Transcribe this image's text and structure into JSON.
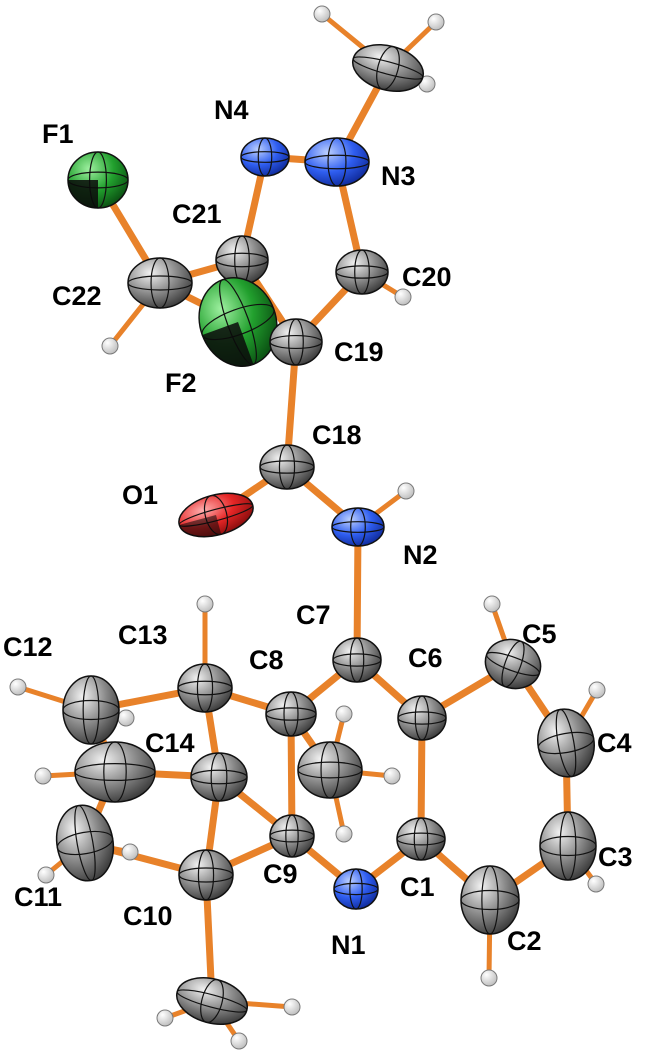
{
  "figure": {
    "type": "ORTEP crystal structure diagram"
  },
  "colors": {
    "bond": "#e8822a",
    "carbon": "#7d7d7d",
    "nitrogen": "#2a55e8",
    "oxygen": "#e52626",
    "fluorine": "#1f8f2a",
    "hydrogen": "#e0e0e0",
    "outline": "#111111",
    "label": "#000000"
  },
  "labels": {
    "F1": "F1",
    "F2": "F2",
    "N4": "N4",
    "N3": "N3",
    "C21": "C21",
    "C22": "C22",
    "C20": "C20",
    "C19": "C19",
    "C18": "C18",
    "O1": "O1",
    "N2": "N2",
    "C7": "C7",
    "C5": "C5",
    "C12": "C12",
    "C13": "C13",
    "C8": "C8",
    "C6": "C6",
    "C14": "C14",
    "C4": "C4",
    "C3": "C3",
    "C9": "C9",
    "C1": "C1",
    "C11": "C11",
    "C10": "C10",
    "N1": "N1",
    "C2": "C2"
  }
}
